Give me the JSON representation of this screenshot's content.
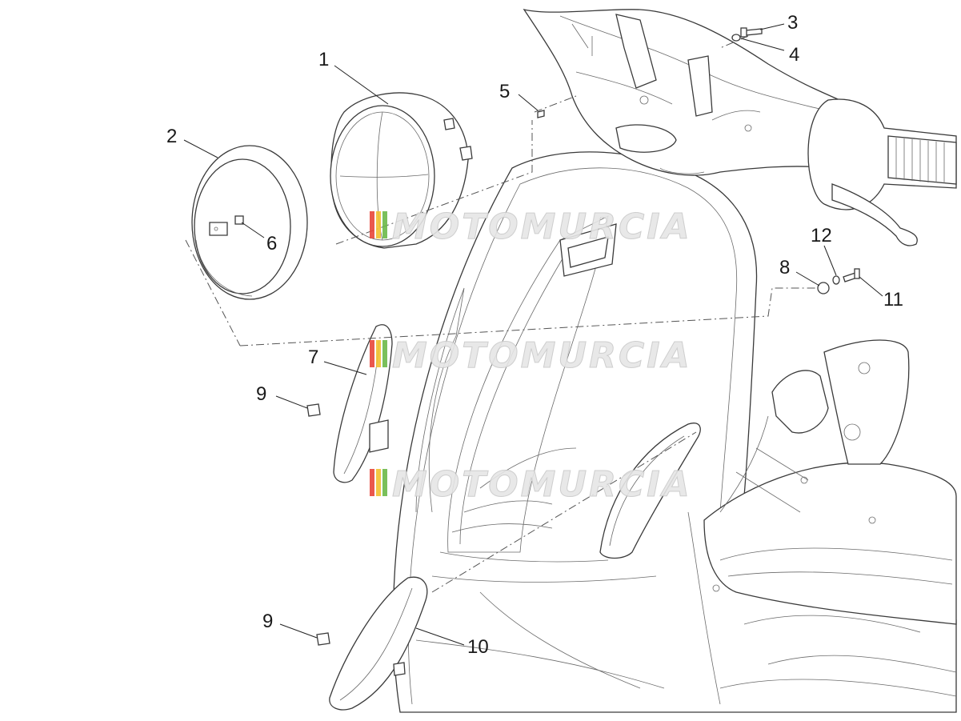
{
  "watermark": "MOTOMURCIA",
  "watermark_stripes": [
    "#e8473a",
    "#f2c230",
    "#6cba4a"
  ],
  "callouts": {
    "c1": "1",
    "c2": "2",
    "c3": "3",
    "c4": "4",
    "c5": "5",
    "c6": "6",
    "c7": "7",
    "c8": "8",
    "c9a": "9",
    "c9b": "9",
    "c10": "10",
    "c11": "11",
    "c12": "12"
  }
}
